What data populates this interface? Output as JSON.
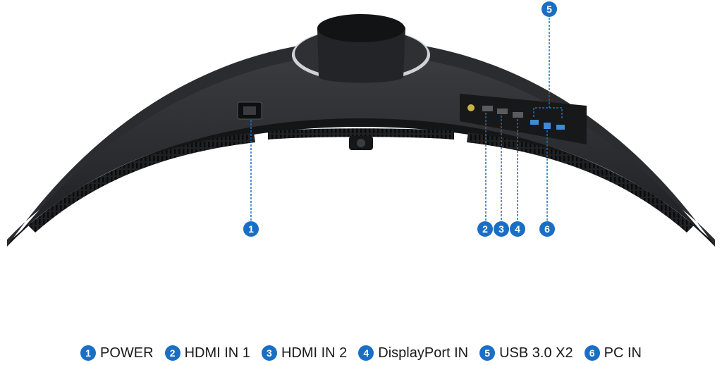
{
  "markers": [
    {
      "number": "1"
    },
    {
      "number": "2"
    },
    {
      "number": "3"
    },
    {
      "number": "4"
    },
    {
      "number": "5"
    },
    {
      "number": "6"
    }
  ],
  "legend": [
    {
      "number": "1",
      "label": "POWER"
    },
    {
      "number": "2",
      "label": "HDMI IN 1"
    },
    {
      "number": "3",
      "label": "HDMI IN 2"
    },
    {
      "number": "4",
      "label": "DisplayPort IN"
    },
    {
      "number": "5",
      "label": "USB 3.0 X2"
    },
    {
      "number": "6",
      "label": "PC IN"
    }
  ],
  "colors": {
    "accent": "#1a6fc4",
    "monitor_body": "#2b2d30",
    "monitor_edge": "#1c1d1f"
  }
}
